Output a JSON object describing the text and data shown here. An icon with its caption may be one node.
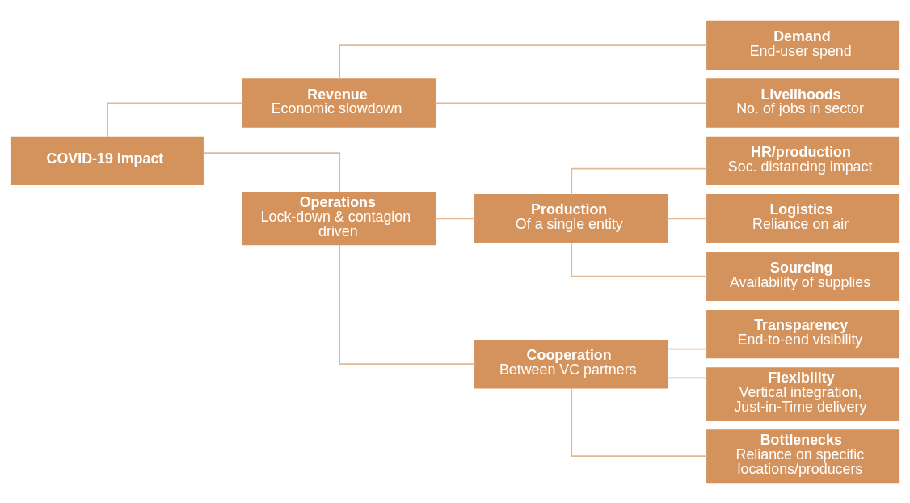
{
  "diagram": {
    "nodes": [
      {
        "text": [
          "COVID-19 Impact"
        ]
      },
      {
        "text": [
          "Revenue",
          "Economic slowdown"
        ]
      },
      {
        "text": [
          "Operations",
          "Lock-down & contagion driven"
        ]
      },
      {
        "text": [
          "Production",
          "Of a single entity"
        ]
      },
      {
        "text": [
          "Cooperation",
          "Between VC partners"
        ]
      },
      {
        "text": [
          "Demand",
          "End-user spend"
        ]
      },
      {
        "text": [
          "Livelihoods",
          "No. of jobs in sector"
        ]
      },
      {
        "text": [
          "HR/production",
          "Soc. distancing impact"
        ]
      },
      {
        "text": [
          "Logistics",
          "Reliance on air"
        ]
      },
      {
        "text": [
          "Sourcing",
          "Availability of supplies"
        ]
      },
      {
        "text": [
          "Transparency",
          "End-to-end visibility"
        ]
      },
      {
        "text": [
          "Flexibility",
          "Vertical integration, Just-in-Time delivery"
        ]
      },
      {
        "text": [
          "Bottlenecks",
          "Reliance on specific locations/producers"
        ]
      }
    ],
    "edges": [
      {
        "from": 0,
        "to": 1,
        "arrow": "none"
      },
      {
        "from": 0,
        "to": 2,
        "arrow": "none"
      },
      {
        "from": 1,
        "to": 5,
        "arrow": "none"
      },
      {
        "from": 1,
        "to": 6,
        "arrow": "none"
      },
      {
        "from": 2,
        "to": 3,
        "arrow": "none"
      },
      {
        "from": 2,
        "to": 4,
        "arrow": "none"
      },
      {
        "from": 3,
        "to": 7,
        "arrow": "none"
      },
      {
        "from": 3,
        "to": 8,
        "arrow": "none"
      },
      {
        "from": 3,
        "to": 9,
        "arrow": "none"
      },
      {
        "from": 4,
        "to": 10,
        "arrow": "none"
      },
      {
        "from": 4,
        "to": 11,
        "arrow": "none"
      },
      {
        "from": 4,
        "to": 12,
        "arrow": "none"
      }
    ]
  }
}
